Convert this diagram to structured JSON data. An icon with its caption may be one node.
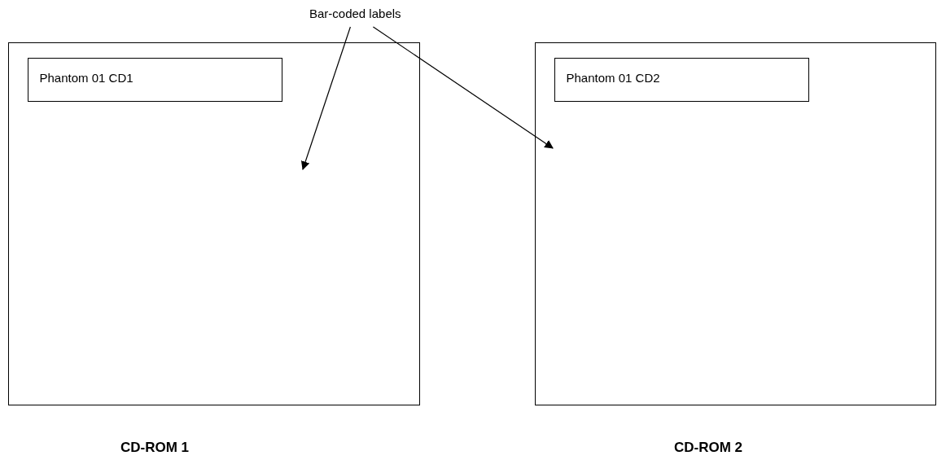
{
  "diagram": {
    "nodes": [
      {
        "text": [],
        "shape": "box"
      },
      {
        "text": [
          "Phantom 01 CD1"
        ],
        "in": 0
      },
      {
        "text": [],
        "shape": "box"
      },
      {
        "text": [
          "Phantom 01 CD2"
        ],
        "in": 2
      },
      {
        "text": [
          "Bar-coded labels"
        ]
      }
    ],
    "edges": [
      {
        "from": 4,
        "to": 0,
        "arrow": "to"
      },
      {
        "from": 4,
        "to": 2,
        "arrow": "to"
      }
    ],
    "labels": [
      "CD-ROM 1",
      "CD-ROM 2"
    ]
  }
}
